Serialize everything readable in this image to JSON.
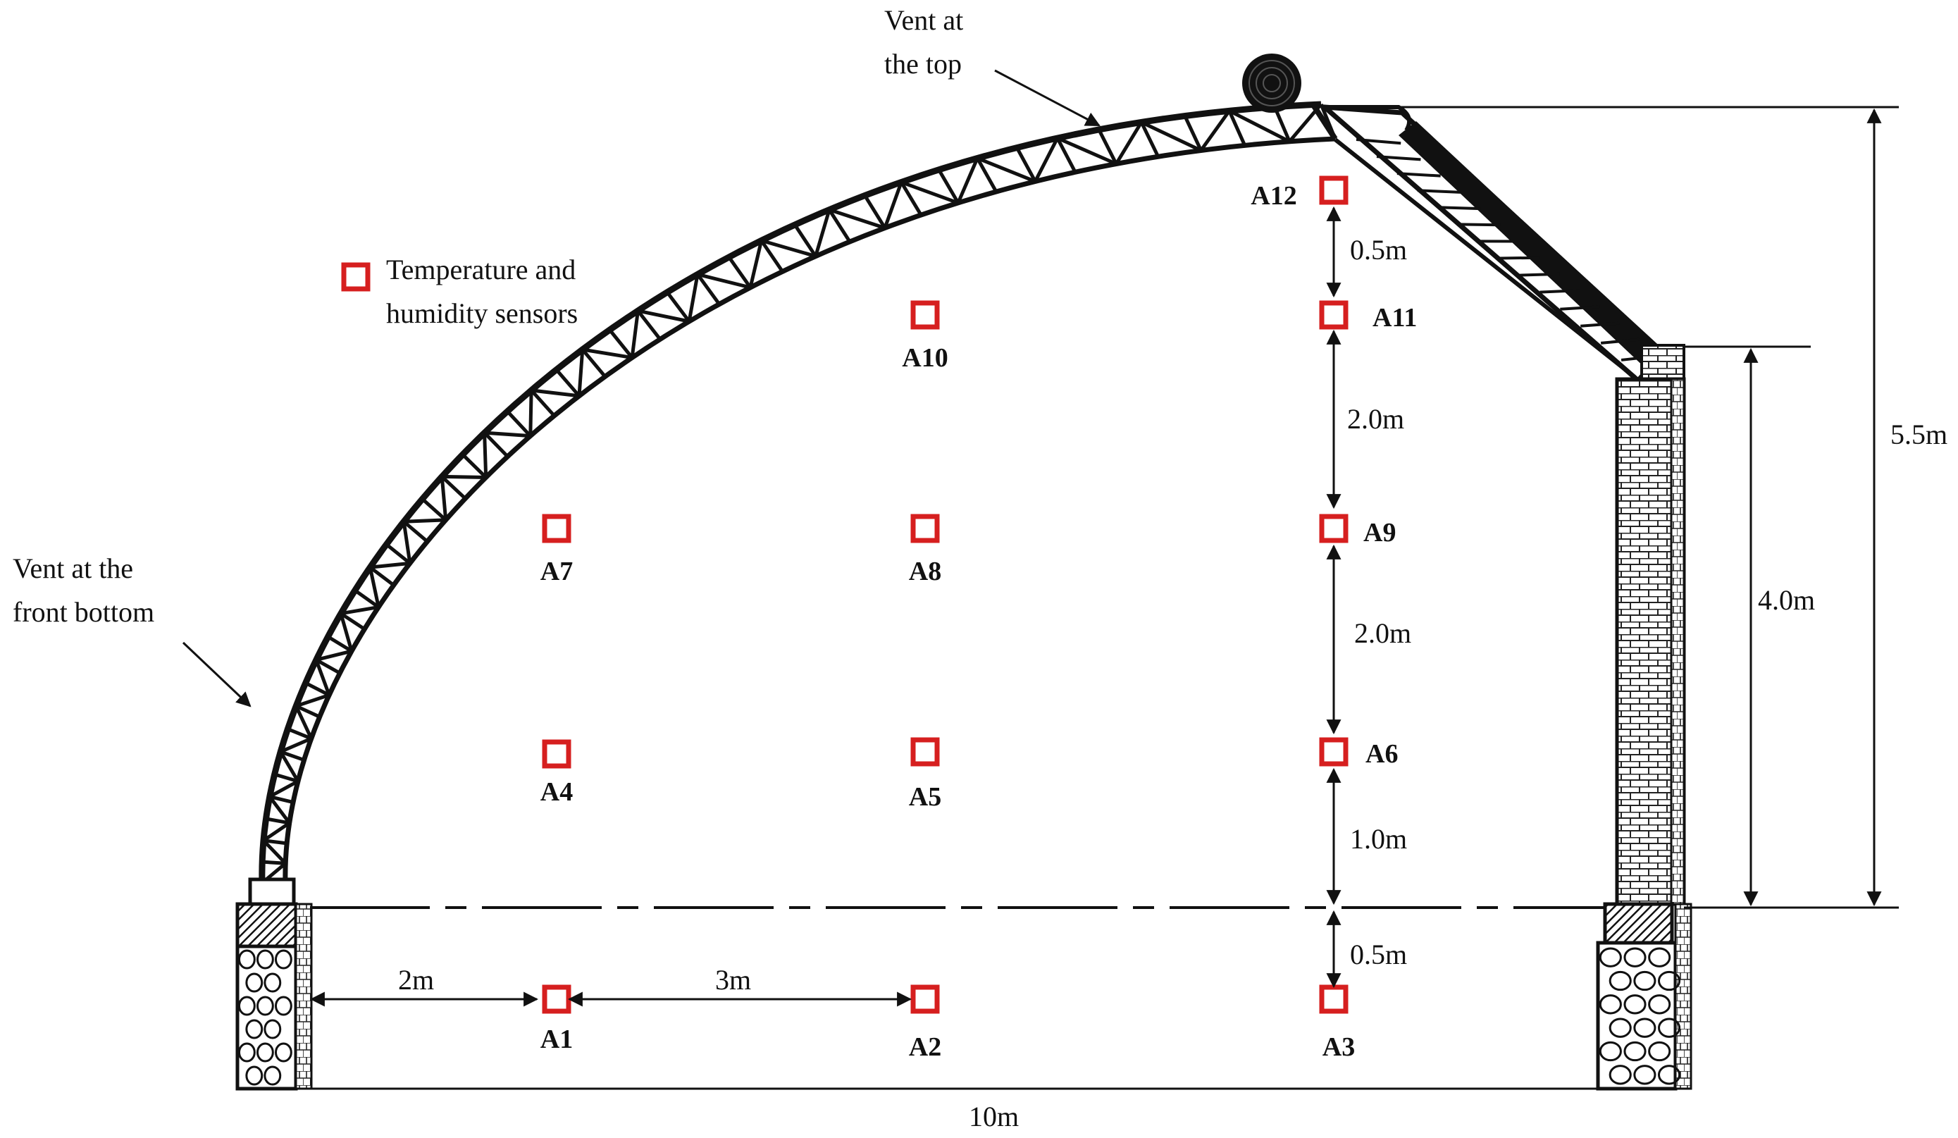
{
  "vents": {
    "top": {
      "line1": "Vent at",
      "line2": "the top"
    },
    "front": {
      "line1": "Vent at the",
      "line2": "front bottom"
    }
  },
  "legend": {
    "line1": "Temperature  and",
    "line2": "humidity   sensors",
    "marker_color": "#d61f1f"
  },
  "sensors": [
    {
      "id": "A1"
    },
    {
      "id": "A2"
    },
    {
      "id": "A3"
    },
    {
      "id": "A4"
    },
    {
      "id": "A5"
    },
    {
      "id": "A6"
    },
    {
      "id": "A7"
    },
    {
      "id": "A8"
    },
    {
      "id": "A9"
    },
    {
      "id": "A10"
    },
    {
      "id": "A11"
    },
    {
      "id": "A12"
    }
  ],
  "dimensions": {
    "total_height": "5.5m",
    "wall_height": "4.0m",
    "width": "10m",
    "a1_from_wall": "2m",
    "a1_to_a2": "3m",
    "a3_to_ground": "0.5m",
    "ground_to_a6": "1.0m",
    "a6_to_a9": "2.0m",
    "a9_to_a11": "2.0m",
    "a11_to_a12": "0.5m"
  }
}
